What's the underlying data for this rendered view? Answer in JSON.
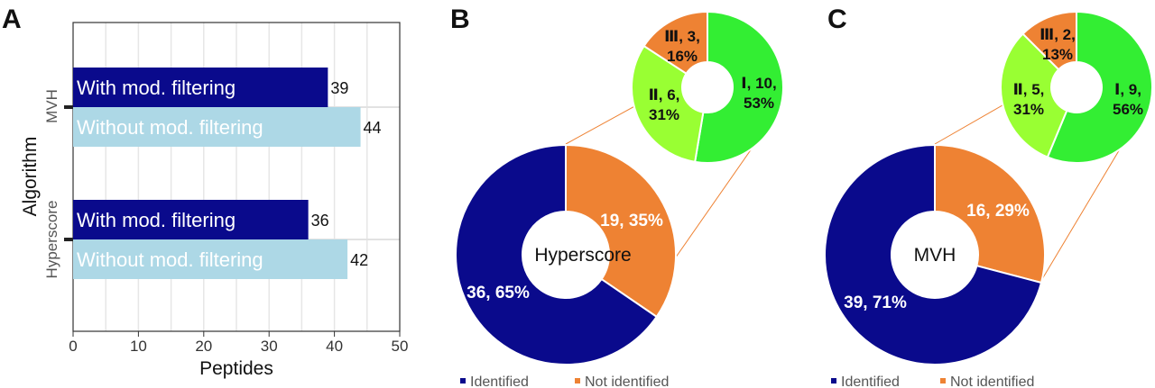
{
  "panels": {
    "a": {
      "letter": "A"
    },
    "b": {
      "letter": "B",
      "center_label": "Hyperscore"
    },
    "c": {
      "letter": "C",
      "center_label": "MVH"
    }
  },
  "colors": {
    "navy": "#0a0a8c",
    "lightblue": "#add8e6",
    "orange": "#ee8233",
    "green_bright": "#33ee33",
    "green_light": "#99ff33",
    "orange_dark": "#ee8233",
    "grid": "#e6e6e6"
  },
  "chart_data": [
    {
      "type": "bar",
      "orientation": "horizontal",
      "xlabel": "Peptides",
      "ylabel": "Algorithm",
      "xlim": [
        0,
        50
      ],
      "xticks": [
        "0",
        "10",
        "20",
        "30",
        "40",
        "50"
      ],
      "categories": [
        "MVH",
        "Hyperscore"
      ],
      "series": [
        {
          "name": "With mod. filtering",
          "values": [
            39,
            36
          ]
        },
        {
          "name": "Without mod. filtering",
          "values": [
            44,
            42
          ]
        }
      ],
      "grid": true
    },
    {
      "type": "pie",
      "subtype": "donut",
      "center_label": "Hyperscore",
      "slices": [
        {
          "name": "Identified",
          "value": 36,
          "label": "36, 65%"
        },
        {
          "name": "Not identified",
          "value": 19,
          "label": "19, 35%"
        }
      ],
      "legend": [
        "Identified",
        "Not identified"
      ],
      "legend_position": "bottom"
    },
    {
      "type": "pie",
      "subtype": "donut",
      "slices": [
        {
          "name": "I",
          "value": 10,
          "label_line1": "Ⅰ, 10,",
          "label_line2": "53%"
        },
        {
          "name": "II",
          "value": 6,
          "label_line1": "Ⅱ, 6,",
          "label_line2": "31%"
        },
        {
          "name": "III",
          "value": 3,
          "label_line1": "Ⅲ, 3,",
          "label_line2": "16%"
        }
      ]
    },
    {
      "type": "pie",
      "subtype": "donut",
      "center_label": "MVH",
      "slices": [
        {
          "name": "Identified",
          "value": 39,
          "label": "39, 71%"
        },
        {
          "name": "Not identified",
          "value": 16,
          "label": "16, 29%"
        }
      ],
      "legend": [
        "Identified",
        "Not identified"
      ],
      "legend_position": "bottom"
    },
    {
      "type": "pie",
      "subtype": "donut",
      "slices": [
        {
          "name": "I",
          "value": 9,
          "label_line1": "Ⅰ, 9,",
          "label_line2": "56%"
        },
        {
          "name": "II",
          "value": 5,
          "label_line1": "Ⅱ, 5,",
          "label_line2": "31%"
        },
        {
          "name": "III",
          "value": 2,
          "label_line1": "Ⅲ, 2,",
          "label_line2": "13%"
        }
      ]
    }
  ]
}
